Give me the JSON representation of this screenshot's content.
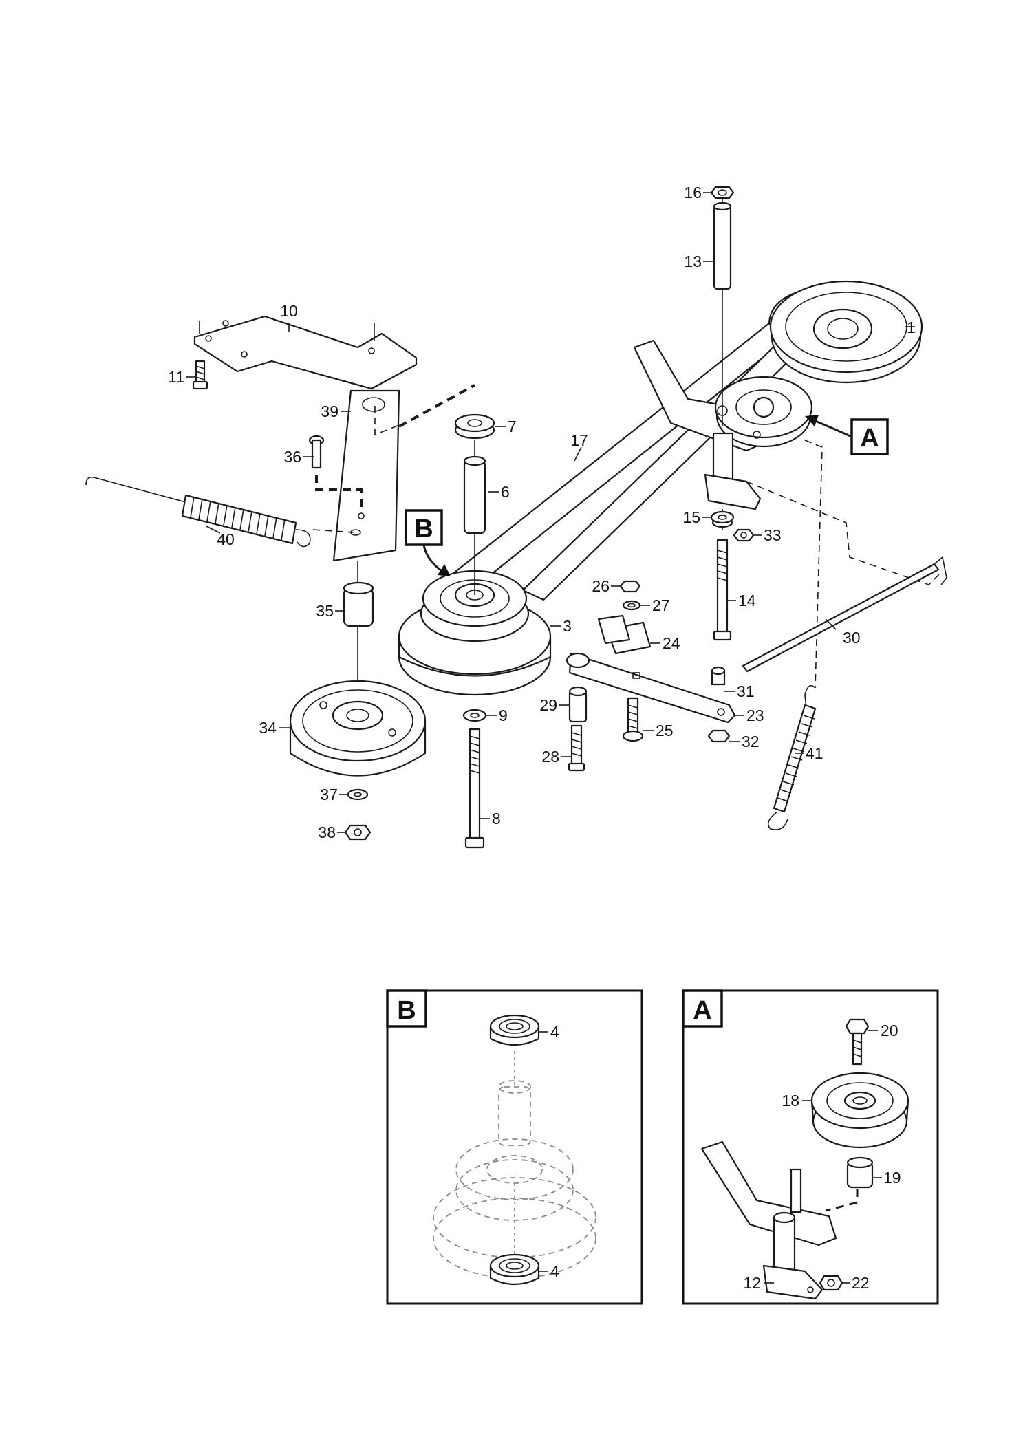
{
  "callouts": {
    "a": "A",
    "b": "B"
  },
  "detail_panels": {
    "b_title": "B",
    "a_title": "A"
  },
  "parts": {
    "p1": "1",
    "p3": "3",
    "p4a": "4",
    "p4b": "4",
    "p6": "6",
    "p7": "7",
    "p8": "8",
    "p9": "9",
    "p10": "10",
    "p11": "11",
    "p12": "12",
    "p13": "13",
    "p14": "14",
    "p15": "15",
    "p16": "16",
    "p17": "17",
    "p18": "18",
    "p19": "19",
    "p20": "20",
    "p22": "22",
    "p23": "23",
    "p24": "24",
    "p25": "25",
    "p26": "26",
    "p27": "27",
    "p28": "28",
    "p29": "29",
    "p30": "30",
    "p31": "31",
    "p32": "32",
    "p33": "33",
    "p34": "34",
    "p35": "35",
    "p36": "36",
    "p37": "37",
    "p38": "38",
    "p39": "39",
    "p40": "40",
    "p41": "41"
  }
}
